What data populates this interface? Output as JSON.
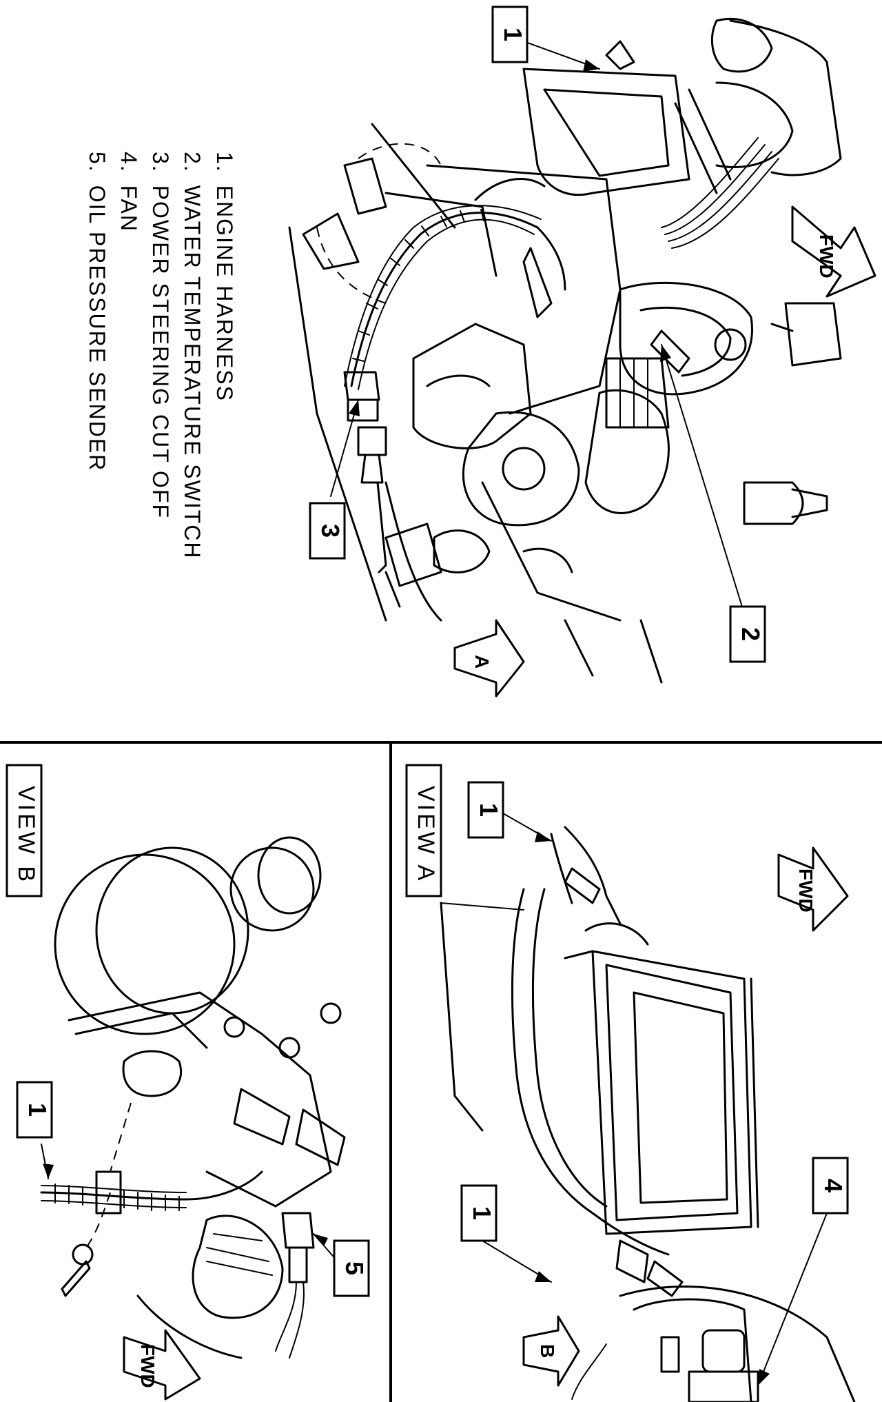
{
  "legend": [
    {
      "num": "1.",
      "label": "ENGINE HARNESS"
    },
    {
      "num": "2.",
      "label": "WATER TEMPERATURE SWITCH"
    },
    {
      "num": "3.",
      "label": "POWER STEERING CUT OFF"
    },
    {
      "num": "4.",
      "label": "FAN"
    },
    {
      "num": "5.",
      "label": "OIL PRESSURE SENDER"
    }
  ],
  "callouts": {
    "main_1": "1",
    "main_2": "2",
    "main_3": "3",
    "view_a_1_top": "1",
    "view_a_1_bottom": "1",
    "view_a_4": "4",
    "view_b_1": "1",
    "view_b_5": "5"
  },
  "views": {
    "view_a_title": "VIEW  A",
    "view_b_title": "VIEW  B",
    "ref_a": "A",
    "ref_b": "B"
  },
  "fwd": {
    "main": "FWD",
    "view_a": "FWD",
    "view_b": "FWD"
  }
}
